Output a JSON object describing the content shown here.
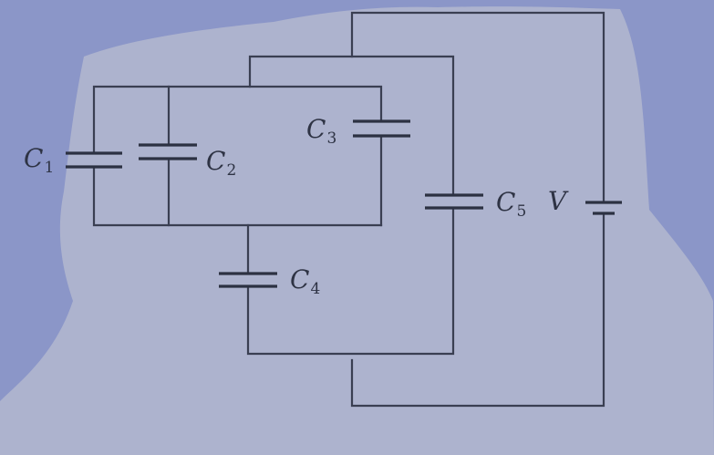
{
  "colors": {
    "background": "#8b96c8",
    "paper": "#adb3ce",
    "ink": "#3a3f52"
  },
  "labels": {
    "c1": {
      "letter": "C",
      "sub": "1"
    },
    "c2": {
      "letter": "C",
      "sub": "2"
    },
    "c3": {
      "letter": "C",
      "sub": "3"
    },
    "c4": {
      "letter": "C",
      "sub": "4"
    },
    "c5": {
      "letter": "C",
      "sub": "5"
    },
    "v": "V"
  }
}
